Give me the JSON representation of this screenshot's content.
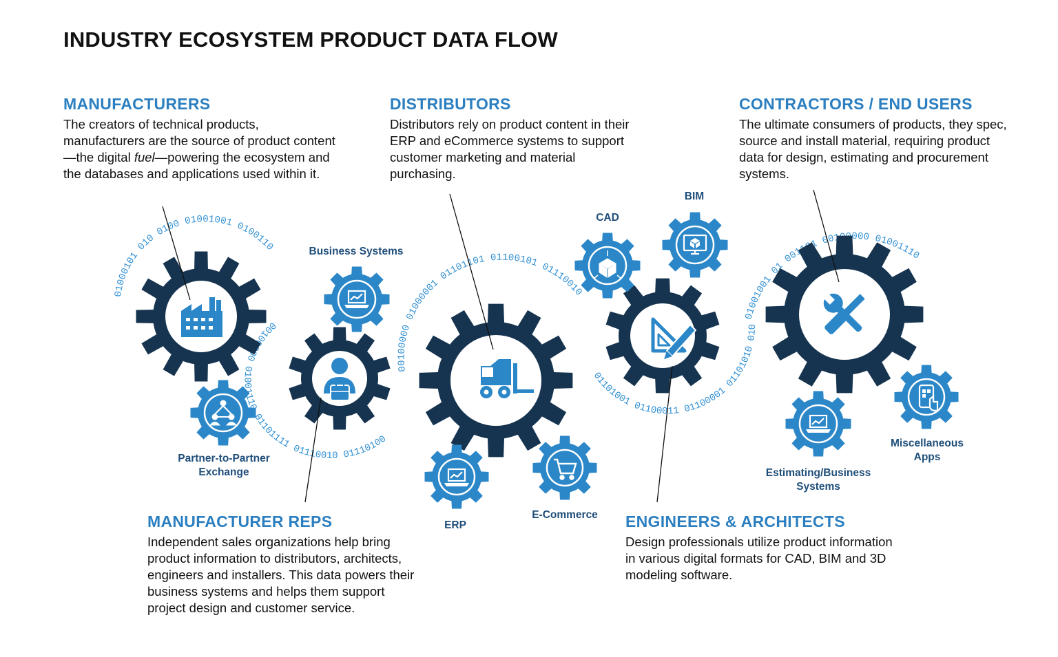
{
  "title": "INDUSTRY ECOSYSTEM PRODUCT DATA FLOW",
  "sections": {
    "manufacturers": {
      "heading": "MANUFACTURERS",
      "text_before_em": "The creators of technical products, manufacturers are the source of product content—the digital ",
      "text_em": "fuel",
      "text_after_em": "—powering the ecosystem and the databases and applications used within it."
    },
    "distributors": {
      "heading": "DISTRIBUTORS",
      "text": "Distributors rely on product content in their ERP and eCommerce systems to support customer marketing and material purchasing."
    },
    "contractors": {
      "heading": "CONTRACTORS / END USERS",
      "text": "The ultimate consumers of products, they spec, source and install material, requiring product data for design, estimating and procurement systems."
    },
    "reps": {
      "heading": "MANUFACTURER REPS",
      "text": "Independent sales organizations help bring product information to distributors, architects, engineers and installers. This data powers their business systems and helps them support project design and customer service."
    },
    "engineers": {
      "heading": "ENGINEERS & ARCHITECTS",
      "text": "Design professionals utilize product information in various digital formats for CAD, BIM and 3D modeling software."
    }
  },
  "gear_labels": {
    "business_systems": "Business Systems",
    "partner_line1": "Partner-to-Partner",
    "partner_line2": "Exchange",
    "erp": "ERP",
    "ecommerce": "E-Commerce",
    "cad": "CAD",
    "bim": "BIM",
    "estimating_line1": "Estimating/Business",
    "estimating_line2": "Systems",
    "misc_line1": "Miscellaneous",
    "misc_line2": "Apps"
  },
  "binary": {
    "arc1": "01000101 010 0100 01001001 01001101",
    "arc2": "00100000 01001110 01101111 01110010 01110100",
    "arc3": "00100000 01000001 01101101 01100101 01110010",
    "arc4": "01101001 01100011 01100001 01101010 01010100",
    "arc5": "01001001 01 001101 00100000 01001110"
  },
  "colors": {
    "dark_gear": "#16344f",
    "light_gear": "#2b87c8",
    "heading": "#2b7fc0",
    "label": "#1f4e79",
    "binary": "#2f8fd3"
  },
  "icons": {
    "manufacturers": "factory-icon",
    "reps": "person-briefcase-icon",
    "distributors": "forklift-icon",
    "engineers": "drafting-tools-icon",
    "contractors": "wrench-screwdriver-icon",
    "business_systems": "laptop-chart-icon",
    "partner": "network-people-icon",
    "erp": "laptop-chart-icon",
    "ecommerce": "shopping-cart-icon",
    "cad": "cube-icon",
    "bim": "monitor-cube-icon",
    "estimating": "laptop-chart-icon",
    "misc": "mobile-app-icon"
  }
}
